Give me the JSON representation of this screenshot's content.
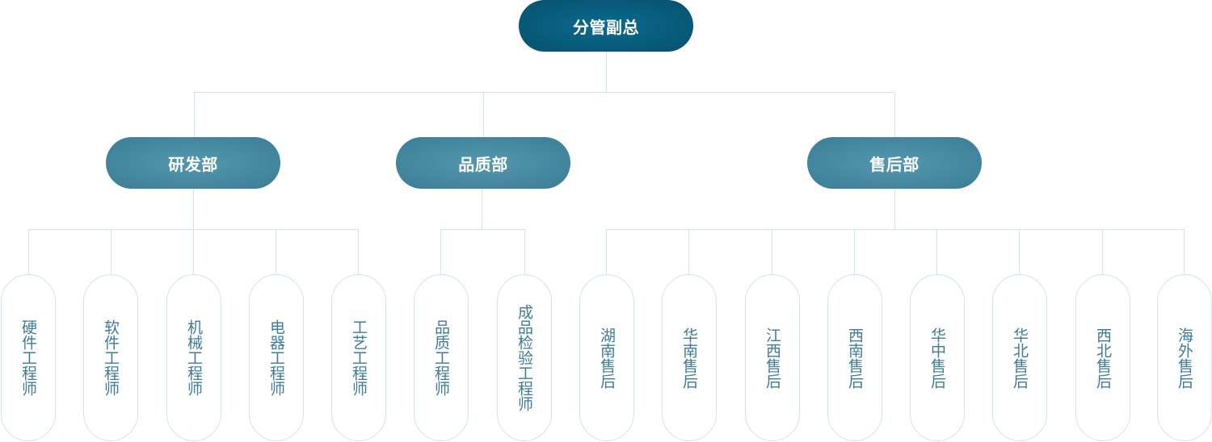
{
  "root": {
    "label": "分管副总"
  },
  "departments": [
    {
      "label": "研发部",
      "children": [
        "硬件工程师",
        "软件工程师",
        "机械工程师",
        "电器工程师",
        "工艺工程师"
      ]
    },
    {
      "label": "品质部",
      "children": [
        "品质工程师",
        "成品检验工程师"
      ]
    },
    {
      "label": "售后部",
      "children": [
        "湖南售后",
        "华南售后",
        "江西售后",
        "西南售后",
        "华中售后",
        "华北售后",
        "西北售后",
        "海外售后"
      ]
    }
  ],
  "colors": {
    "root": "#07506e",
    "department": "#3f819a",
    "leaf_text": "#3e7c97",
    "leaf_border": "#cfe4ec",
    "connector": "#cfe4ec"
  }
}
